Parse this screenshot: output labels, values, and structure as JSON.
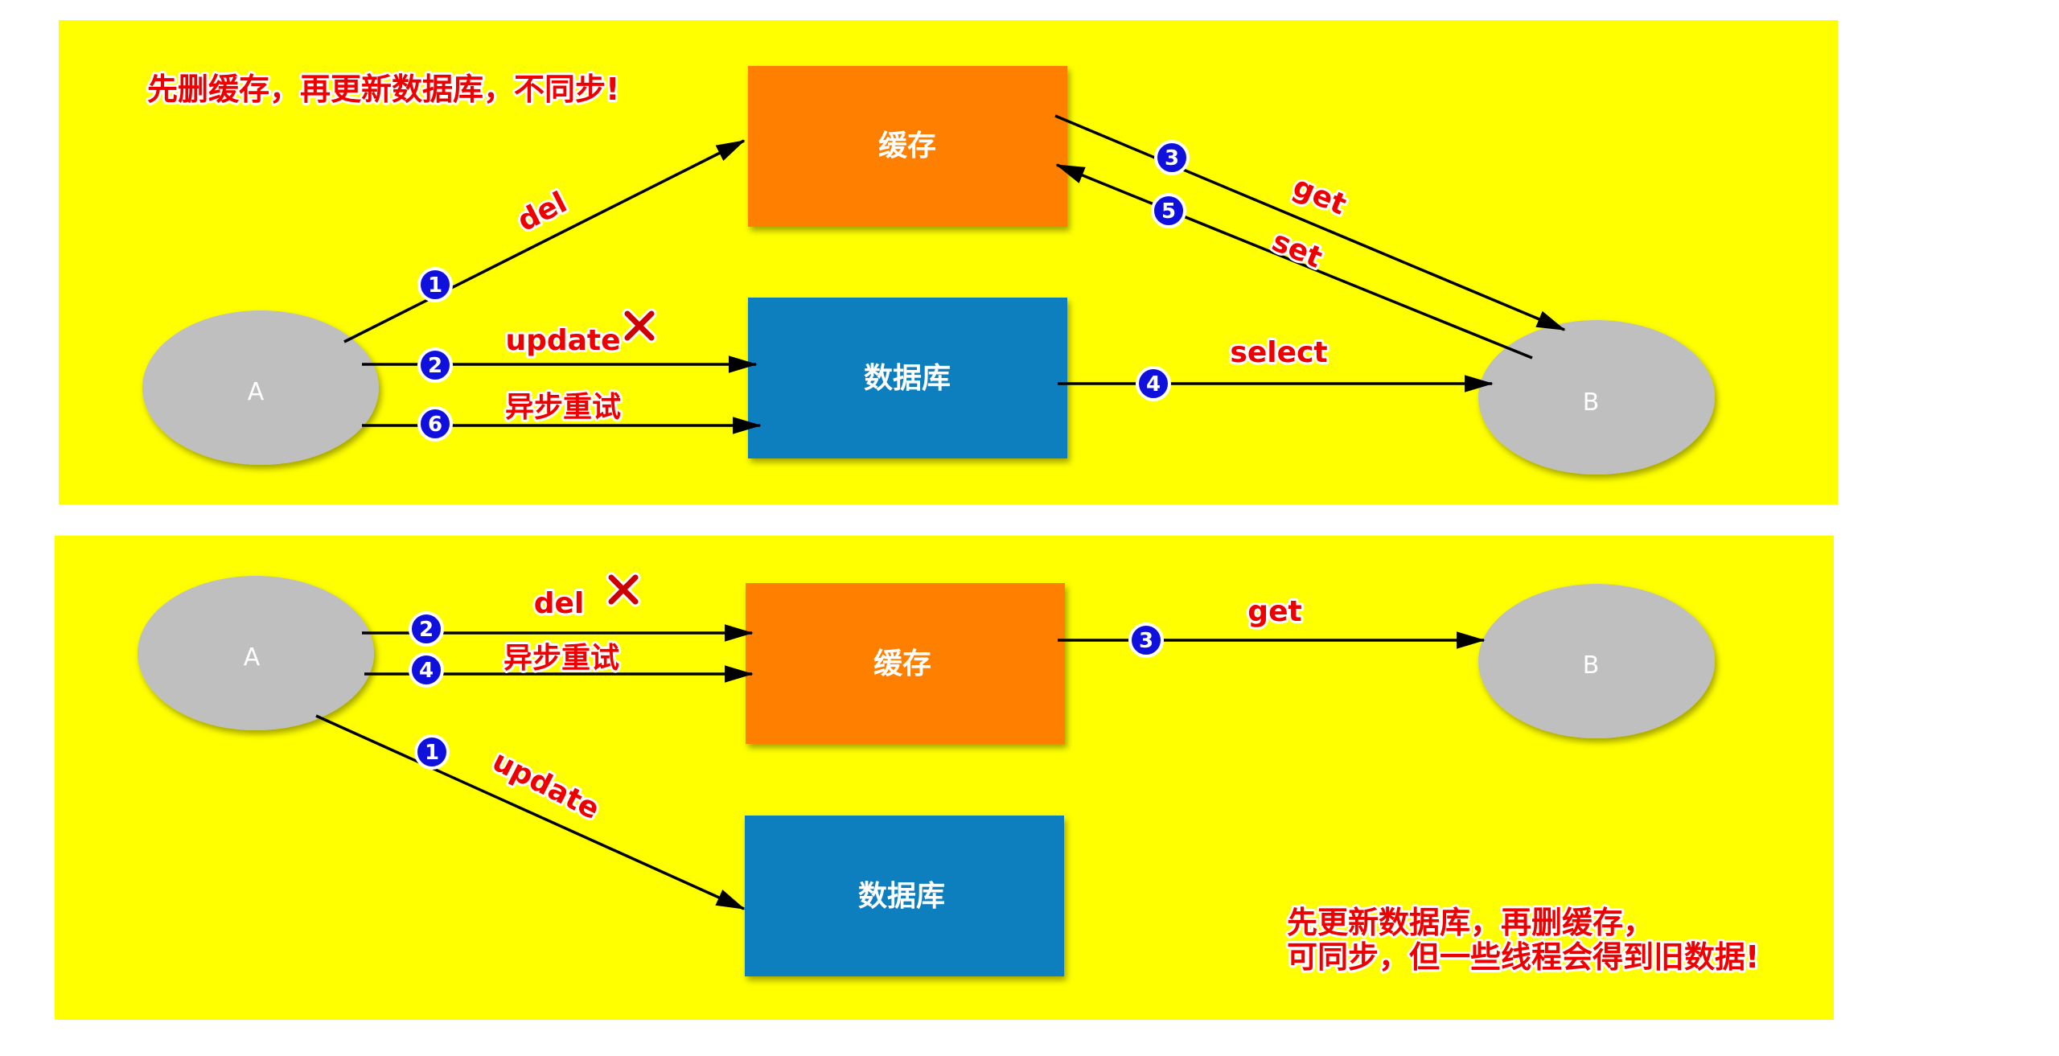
{
  "colors": {
    "panel": "#ffff00",
    "cache_box": "#ff7f00",
    "db_box": "#0a7fbe",
    "actor": "#bfbfbf",
    "label_text": "#ee0000",
    "badge": "#1010dd"
  },
  "top": {
    "note": "先删缓存，再更新数据库，不同步!",
    "cache_label": "缓存",
    "db_label": "数据库",
    "actor_a": "A",
    "actor_b": "B",
    "edges": {
      "del": "del",
      "update": "update",
      "retry": "异步重试",
      "select": "select",
      "get": "get",
      "set": "set"
    },
    "steps": [
      "1",
      "2",
      "3",
      "4",
      "5",
      "6"
    ]
  },
  "bottom": {
    "note_line1": "先更新数据库，再删缓存，",
    "note_line2": "可同步，但一些线程会得到旧数据!",
    "cache_label": "缓存",
    "db_label": "数据库",
    "actor_a": "A",
    "actor_b": "B",
    "edges": {
      "del": "del",
      "retry": "异步重试",
      "get": "get",
      "update": "update"
    },
    "steps": [
      "1",
      "2",
      "3",
      "4"
    ]
  },
  "icons": [
    "cross-mark-icon",
    "cross-mark-icon"
  ]
}
